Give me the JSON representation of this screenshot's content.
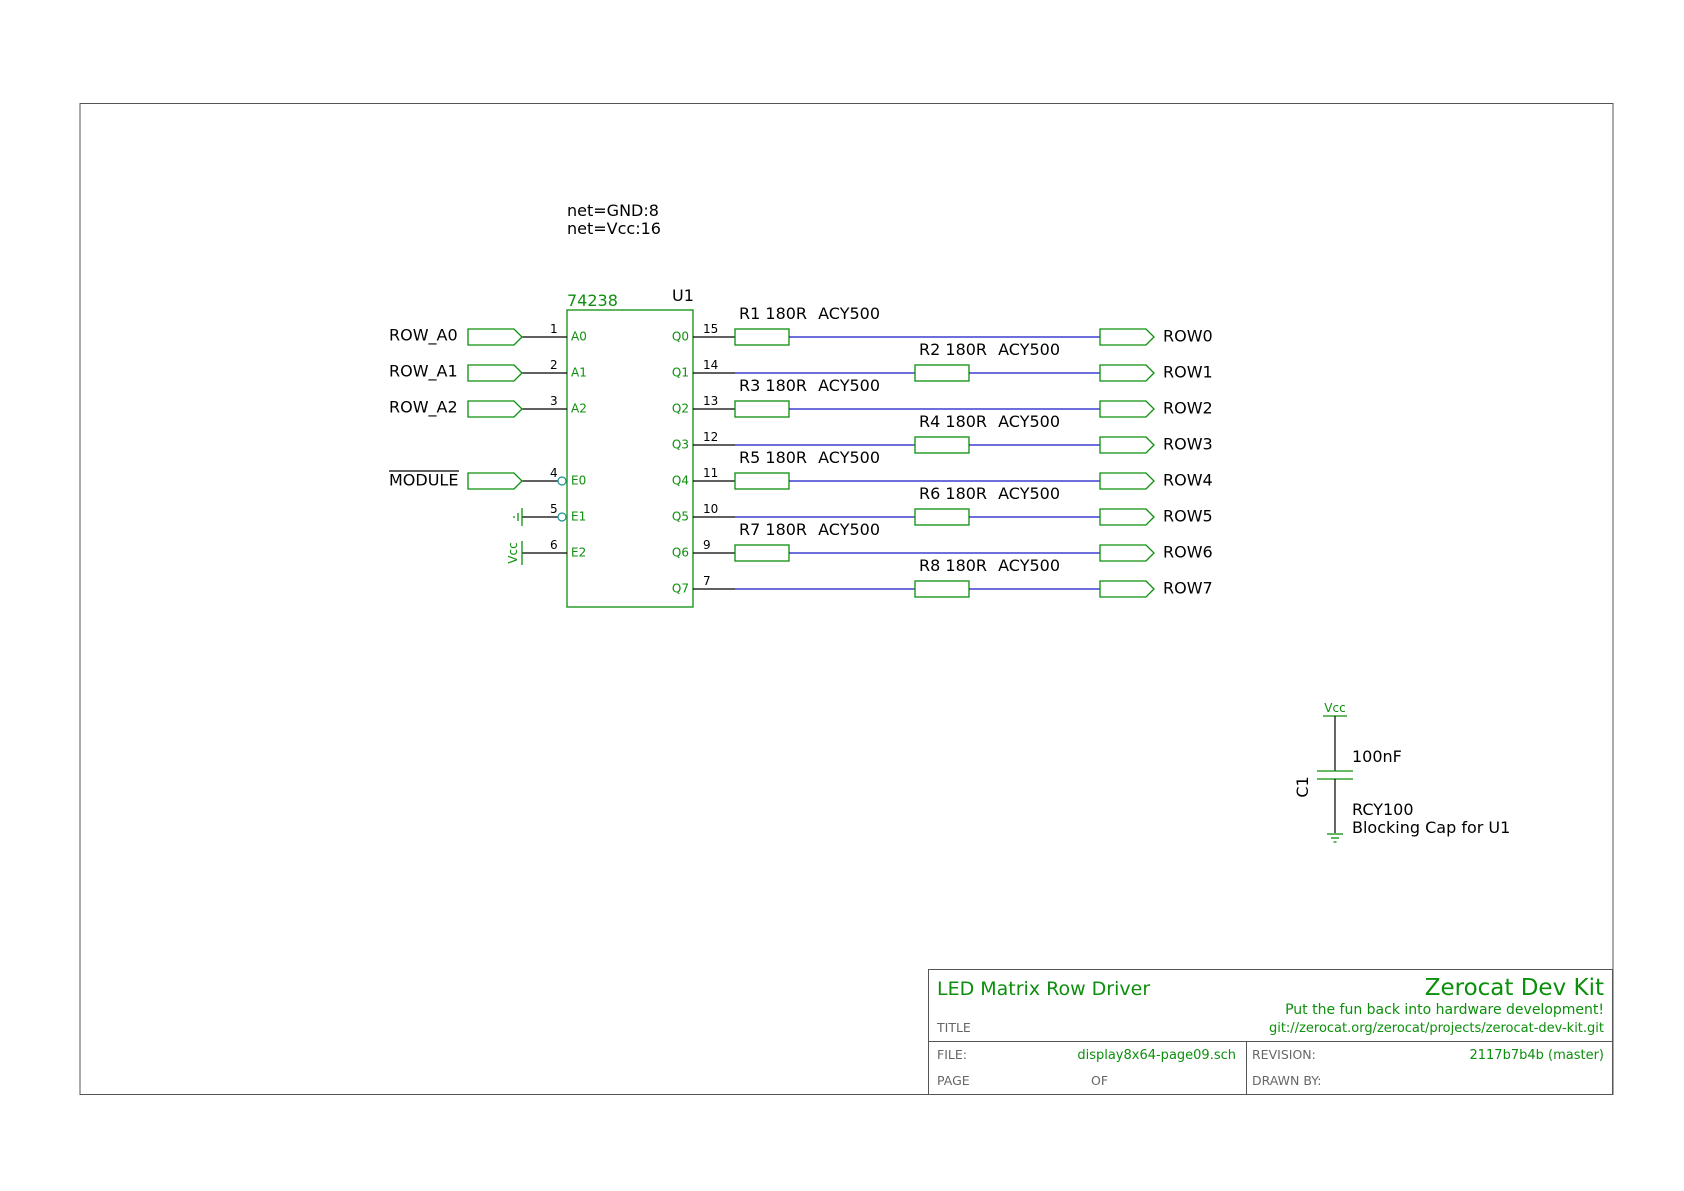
{
  "notes": {
    "line1": "net=GND:8",
    "line2": "net=Vcc:16"
  },
  "ic": {
    "part": "74238",
    "ref": "U1",
    "left_pins": [
      {
        "num": "1",
        "name": "A0"
      },
      {
        "num": "2",
        "name": "A1"
      },
      {
        "num": "3",
        "name": "A2"
      },
      {
        "num": "4",
        "name": "E0"
      },
      {
        "num": "5",
        "name": "E1"
      },
      {
        "num": "6",
        "name": "E2"
      }
    ],
    "right_pins": [
      {
        "num": "15",
        "name": "Q0"
      },
      {
        "num": "14",
        "name": "Q1"
      },
      {
        "num": "13",
        "name": "Q2"
      },
      {
        "num": "12",
        "name": "Q3"
      },
      {
        "num": "11",
        "name": "Q4"
      },
      {
        "num": "10",
        "name": "Q5"
      },
      {
        "num": "9",
        "name": "Q6"
      },
      {
        "num": "7",
        "name": "Q7"
      }
    ]
  },
  "inputs": [
    "ROW_A0",
    "ROW_A1",
    "ROW_A2",
    "MODULE"
  ],
  "power_labels": {
    "vcc": "Vcc"
  },
  "resistors": [
    {
      "ref": "R1",
      "value": "180R",
      "package": "ACY500"
    },
    {
      "ref": "R2",
      "value": "180R",
      "package": "ACY500"
    },
    {
      "ref": "R3",
      "value": "180R",
      "package": "ACY500"
    },
    {
      "ref": "R4",
      "value": "180R",
      "package": "ACY500"
    },
    {
      "ref": "R5",
      "value": "180R",
      "package": "ACY500"
    },
    {
      "ref": "R6",
      "value": "180R",
      "package": "ACY500"
    },
    {
      "ref": "R7",
      "value": "180R",
      "package": "ACY500"
    },
    {
      "ref": "R8",
      "value": "180R",
      "package": "ACY500"
    }
  ],
  "outputs": [
    "ROW0",
    "ROW1",
    "ROW2",
    "ROW3",
    "ROW4",
    "ROW5",
    "ROW6",
    "ROW7"
  ],
  "capacitor": {
    "ref": "C1",
    "value": "100nF",
    "package": "RCY100",
    "description": "Blocking Cap for U1",
    "supply": "Vcc"
  },
  "title_block": {
    "title": "LED Matrix Row Driver",
    "title_caption": "TITLE",
    "company": "Zerocat Dev Kit",
    "tagline": "Put the fun back into hardware development!",
    "repo": "git://zerocat.org/zerocat/projects/zerocat-dev-kit.git",
    "file_caption": "FILE:",
    "file": "display8x64-page09.sch",
    "revision_caption": "REVISION:",
    "revision": "2117b7b4b (master)",
    "page_caption": "PAGE",
    "of_caption": "OF",
    "drawn_caption": "DRAWN BY:"
  },
  "colors": {
    "symbol": "#0c8f0c",
    "net": "#1818c8",
    "wire": "#000000",
    "pin_bubble": "#1a8f8f"
  }
}
